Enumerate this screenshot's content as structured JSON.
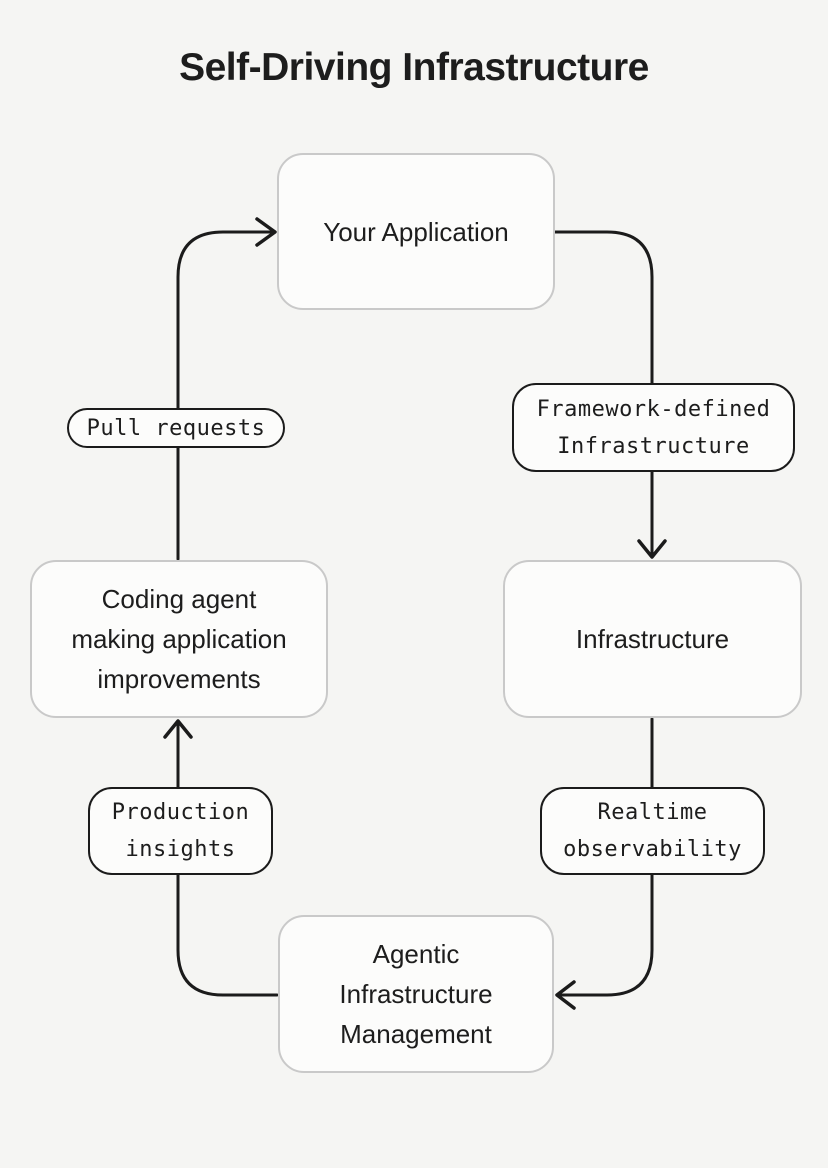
{
  "title": "Self-Driving Infrastructure",
  "colors": {
    "background": "#f5f5f3",
    "node_fill": "#fcfcfb",
    "node_border": "#c9c9c9",
    "line": "#1b1b1b",
    "text": "#1d1d1d"
  },
  "nodes": {
    "your_application": {
      "label": "Your Application"
    },
    "infrastructure": {
      "label": "Infrastructure"
    },
    "coding_agent": {
      "label": [
        "Coding agent",
        "making application",
        "improvements"
      ]
    },
    "agentic": {
      "label": [
        "Agentic",
        "Infrastructure",
        "Management"
      ]
    }
  },
  "edge_labels": {
    "pull_requests": {
      "label": "Pull requests"
    },
    "framework_defined": {
      "label": [
        "Framework-defined",
        "Infrastructure"
      ]
    },
    "realtime_observability": {
      "label": [
        "Realtime",
        "observability"
      ]
    },
    "production_insights": {
      "label": [
        "Production",
        "insights"
      ]
    }
  },
  "edges": [
    {
      "from": "Coding agent making application improvements",
      "to": "Your Application",
      "label": "Pull requests"
    },
    {
      "from": "Your Application",
      "to": "Infrastructure",
      "label": "Framework-defined Infrastructure"
    },
    {
      "from": "Infrastructure",
      "to": "Agentic Infrastructure Management",
      "label": "Realtime observability"
    },
    {
      "from": "Agentic Infrastructure Management",
      "to": "Coding agent making application improvements",
      "label": "Production insights"
    }
  ]
}
